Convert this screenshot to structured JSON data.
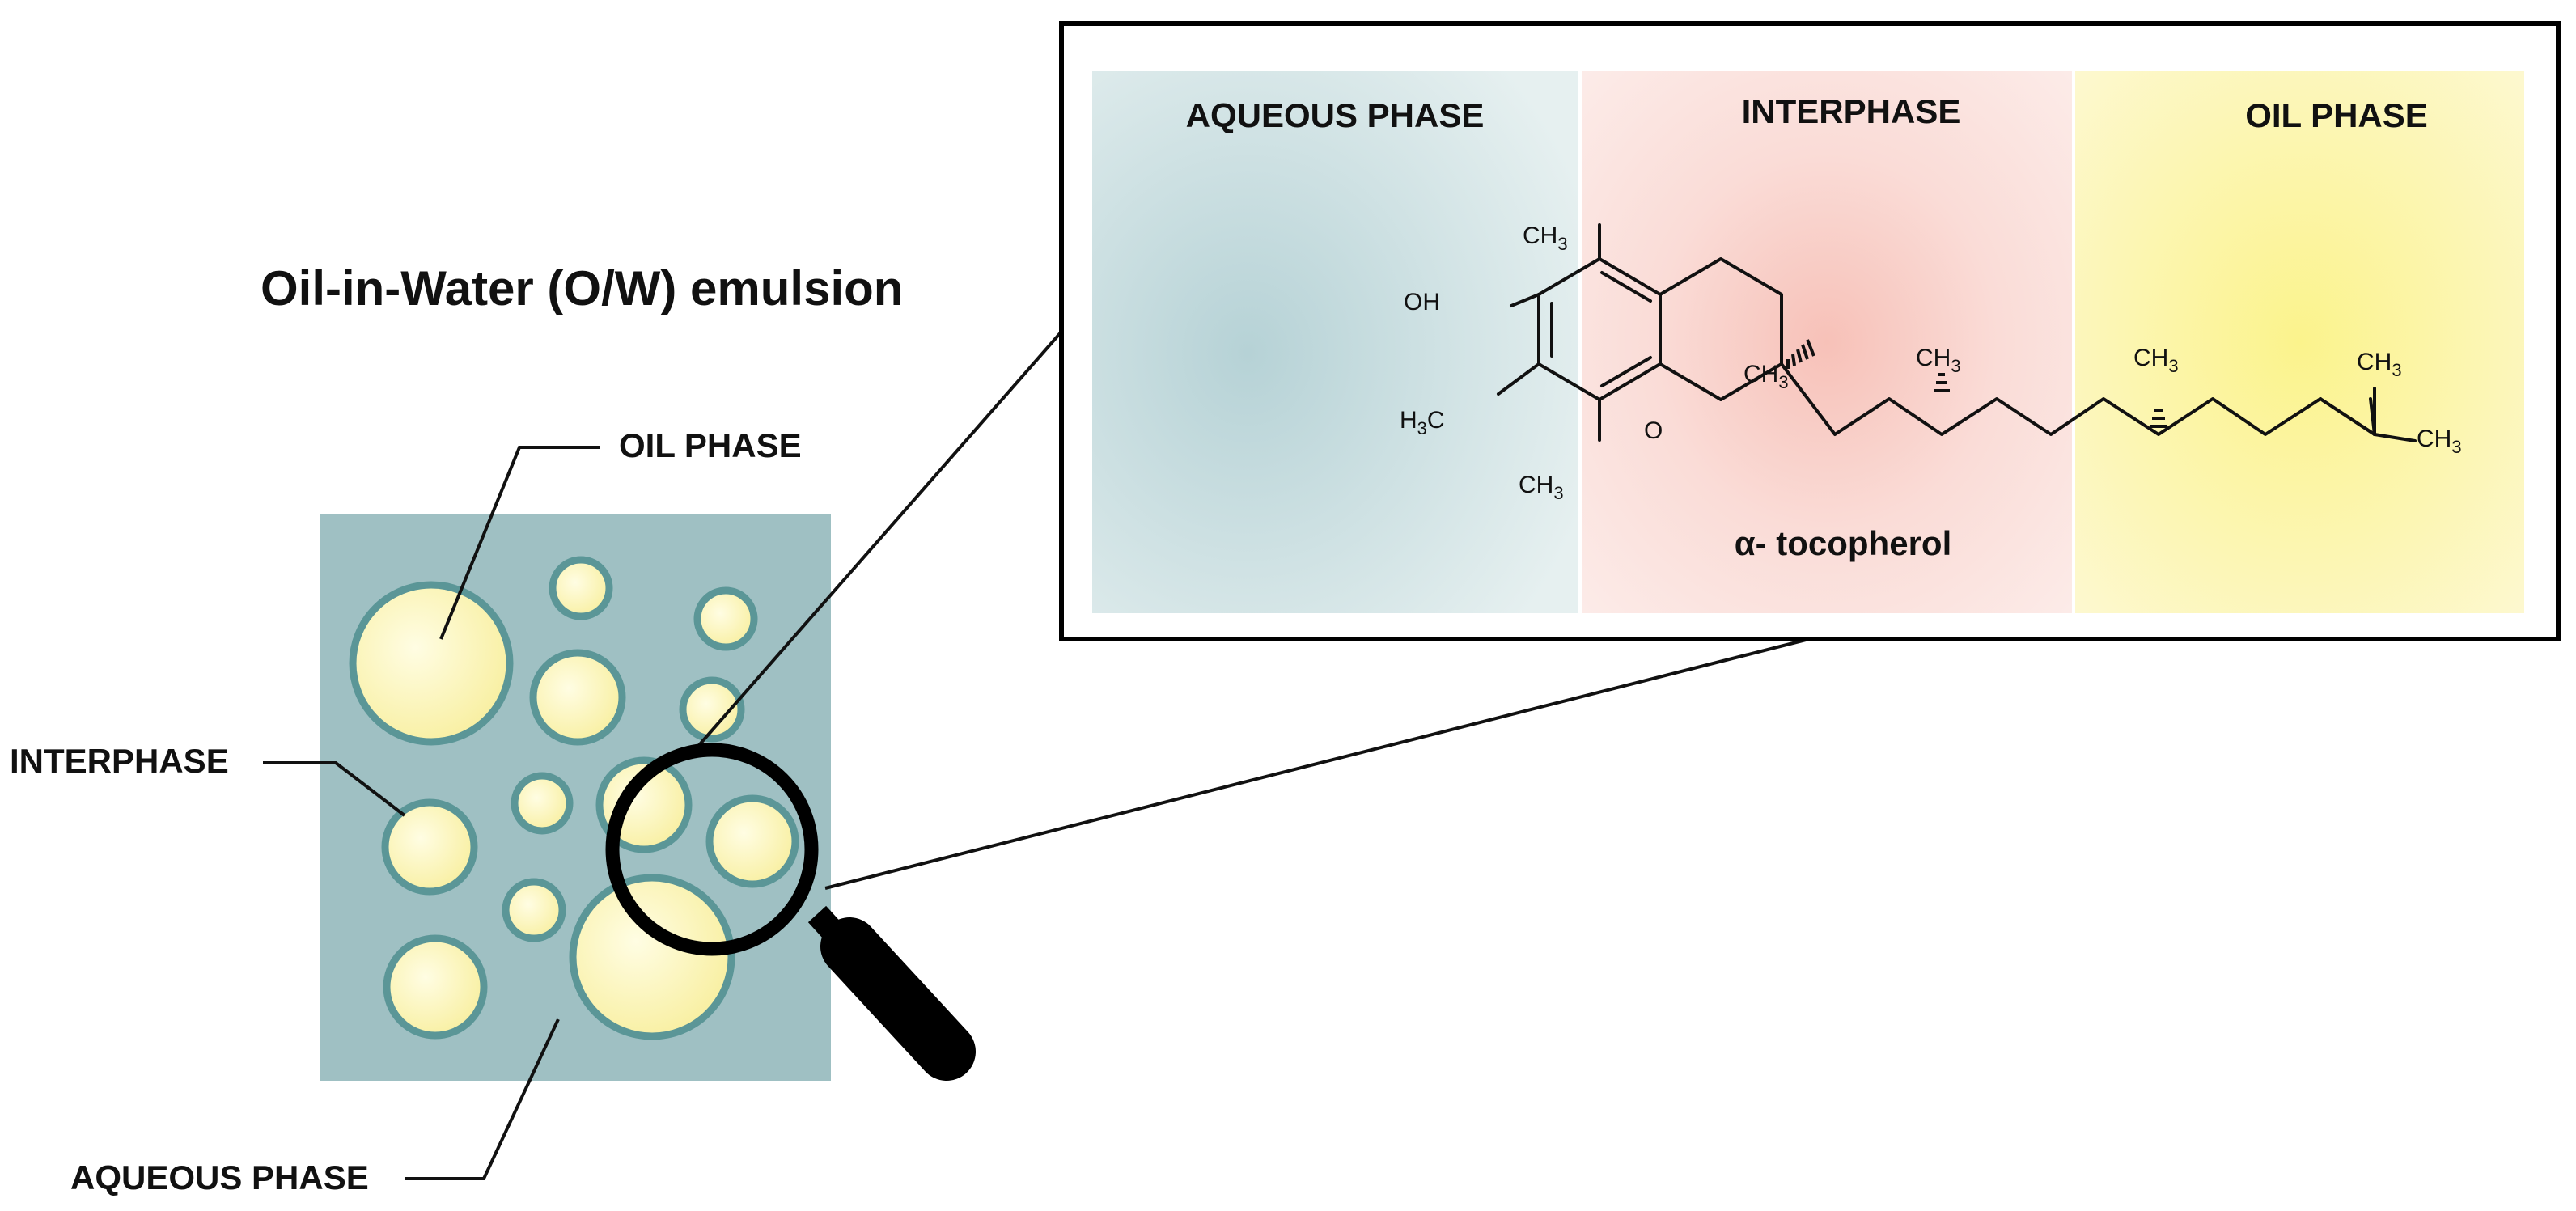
{
  "title": "Oil-in-Water (O/W) emulsion",
  "left_labels": {
    "oil_phase": "OIL PHASE",
    "interphase": "INTERPHASE",
    "aqueous_phase": "AQUEOUS PHASE"
  },
  "panel": {
    "aqueous_phase": "AQUEOUS PHASE",
    "interphase": "INTERPHASE",
    "oil_phase": "OIL PHASE",
    "molecule_name": "α- tocopherol"
  },
  "molecule_labels": {
    "hydroxyl": "OH",
    "ring_oxygen": "O",
    "methyl_top": "CH",
    "methyl_left": "H",
    "methyl_left_tail": "C",
    "methyl_bottom": "CH",
    "methyl_c2": "CH",
    "methyl_c4": "CH",
    "methyl_c8": "CH",
    "methyl_end_top": "CH",
    "methyl_end_bottom": "CH",
    "subscript": "3"
  },
  "colors": {
    "aqueous": "#9fc0c3",
    "droplet_fill": "#fdf7c2",
    "droplet_border": "#5b9697",
    "panel_aqueous": "#cfe2e3",
    "panel_interphase": "#f9d7d2",
    "panel_oil": "#fbf6b7"
  }
}
